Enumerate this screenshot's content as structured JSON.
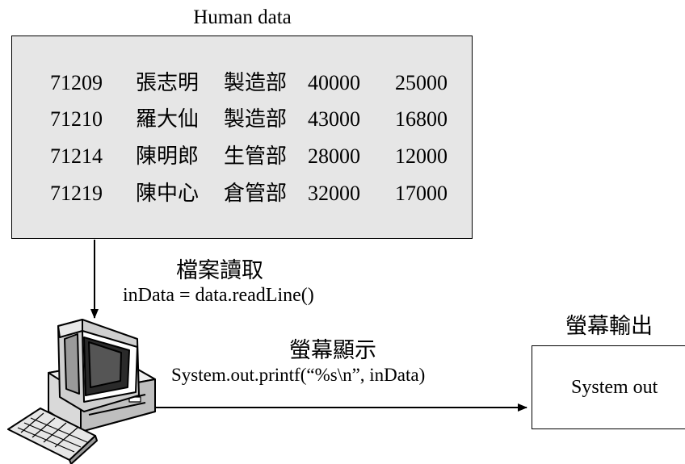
{
  "file": {
    "title": "Human data",
    "rows": [
      [
        "71209",
        "張志明",
        "製造部",
        "40000",
        "25000"
      ],
      [
        "71210",
        "羅大仙",
        "製造部",
        "43000",
        "16800"
      ],
      [
        "71214",
        "陳明郎",
        "生管部",
        "28000",
        "12000"
      ],
      [
        "71219",
        "陳中心",
        "倉管部",
        "32000",
        "17000"
      ]
    ]
  },
  "read": {
    "label": "檔案讀取",
    "code": "inData = data.readLine()"
  },
  "display": {
    "label": "螢幕顯示",
    "code": "System.out.printf(“%s\\n”, inData)"
  },
  "output": {
    "label": "螢幕輸出",
    "box_text": "System out"
  },
  "colors": {
    "file_box_fill": "#e6e6e6",
    "stroke": "#000000"
  },
  "icons": [
    "computer-icon"
  ]
}
